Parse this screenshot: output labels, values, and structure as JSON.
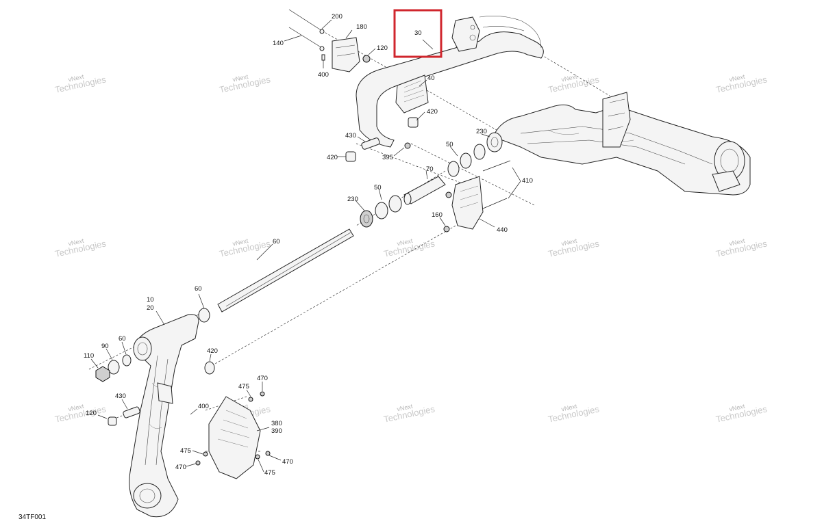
{
  "figure_code": "34TF001",
  "highlighted_callout": "30",
  "watermark": {
    "line1": "vNext",
    "line2": "Technologies",
    "line_b": "vNext Technologies"
  },
  "callouts": [
    {
      "id": "c200",
      "text": "200"
    },
    {
      "id": "c180",
      "text": "180"
    },
    {
      "id": "c140",
      "text": "140"
    },
    {
      "id": "c120a",
      "text": "120"
    },
    {
      "id": "c400a",
      "text": "400"
    },
    {
      "id": "c30",
      "text": "30"
    },
    {
      "id": "c40",
      "text": "40"
    },
    {
      "id": "c420a",
      "text": "420"
    },
    {
      "id": "c430a",
      "text": "430"
    },
    {
      "id": "c420b",
      "text": "420"
    },
    {
      "id": "c395",
      "text": "395"
    },
    {
      "id": "c230a",
      "text": "230"
    },
    {
      "id": "c50a",
      "text": "50"
    },
    {
      "id": "c70",
      "text": "70"
    },
    {
      "id": "c410",
      "text": "410"
    },
    {
      "id": "c50b",
      "text": "50"
    },
    {
      "id": "c230b",
      "text": "230"
    },
    {
      "id": "c160",
      "text": "160"
    },
    {
      "id": "c440",
      "text": "440"
    },
    {
      "id": "c60a",
      "text": "60"
    },
    {
      "id": "c10",
      "text": "10"
    },
    {
      "id": "c20",
      "text": "20"
    },
    {
      "id": "c60b",
      "text": "60"
    },
    {
      "id": "c90",
      "text": "90"
    },
    {
      "id": "c60c",
      "text": "60"
    },
    {
      "id": "c110",
      "text": "110"
    },
    {
      "id": "c420c",
      "text": "420"
    },
    {
      "id": "c470a",
      "text": "470"
    },
    {
      "id": "c475a",
      "text": "475"
    },
    {
      "id": "c400b",
      "text": "400"
    },
    {
      "id": "c430b",
      "text": "430"
    },
    {
      "id": "c120b",
      "text": "120"
    },
    {
      "id": "c380",
      "text": "380"
    },
    {
      "id": "c390",
      "text": "390"
    },
    {
      "id": "c475b",
      "text": "475"
    },
    {
      "id": "c470b",
      "text": "470"
    },
    {
      "id": "c470c",
      "text": "470"
    },
    {
      "id": "c475c",
      "text": "475"
    }
  ]
}
